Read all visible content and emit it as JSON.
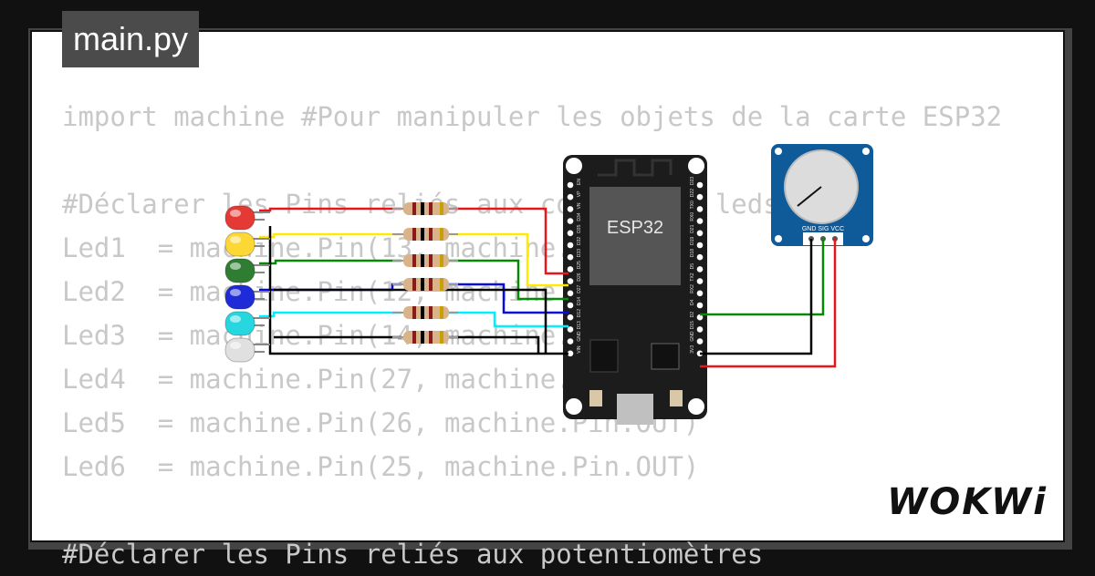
{
  "file_tab": {
    "label": "main.py"
  },
  "code_lines": [
    "import machine #Pour manipuler les objets de la carte ESP32",
    "",
    "#Déclarer les Pins reliés aux composants leds",
    "Led1  = machine.Pin(13, machine.Pin.OUT)",
    "Led2  = machine.Pin(12, machine.Pin.OUT)",
    "Led3  = machine.Pin(14, machine.Pin.OUT)",
    "Led4  = machine.Pin(27, machine.Pin.OUT)",
    "Led5  = machine.Pin(26, machine.Pin.OUT)",
    "Led6  = machine.Pin(25, machine.Pin.OUT)",
    "",
    "#Déclarer les Pins reliés aux potentiomètres"
  ],
  "board": {
    "label": "ESP32",
    "left_pins": [
      "EN",
      "VP",
      "VN",
      "D34",
      "D35",
      "D32",
      "D33",
      "D25",
      "D26",
      "D27",
      "D14",
      "D12",
      "D13",
      "GND",
      "VIN"
    ],
    "right_pins": [
      "D23",
      "D22",
      "TX0",
      "RX0",
      "D21",
      "D19",
      "D18",
      "D5",
      "TX2",
      "RX2",
      "D4",
      "D2",
      "D15",
      "GND",
      "3V3"
    ]
  },
  "potentiometer": {
    "pin_label": "GND SIG VCC"
  },
  "leds": [
    {
      "color": "#e53935"
    },
    {
      "color": "#fdd835"
    },
    {
      "color": "#2e7d32"
    },
    {
      "color": "#1e2bd6"
    },
    {
      "color": "#26d7e0"
    },
    {
      "color": "#e0e0e0"
    }
  ],
  "wire_colors": {
    "red": "#e8161b",
    "yellow": "#ffea00",
    "green": "#058a05",
    "blue": "#0a0ae0",
    "cyan": "#00f0ff",
    "black": "#000000"
  },
  "logo": {
    "text": "WOKWi"
  }
}
